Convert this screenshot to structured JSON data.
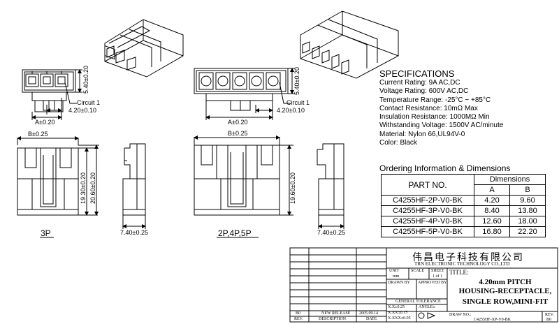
{
  "views": {
    "left_label": "3P",
    "right_label": "2P,4P,5P",
    "left": {
      "a_dim": "A±0.20",
      "pitch_dim": "4.20±0.10",
      "height_top_dim": "5.40±0.20",
      "circuit_label": "Circuit 1",
      "b_dim": "B±0.25",
      "h1_dim": "19.30±0.20",
      "h2_dim": "20.60±0.20",
      "side_dim": "7.40±0.25"
    },
    "right": {
      "a_dim": "A±0.20",
      "pitch_dim": "4.20±0.10",
      "height_top_dim": "5.40±0.20",
      "circuit_label": "Circuit 1",
      "b_dim": "B±0.25",
      "h_dim": "19.60±0.20",
      "side_dim": "7.40±0.25"
    }
  },
  "specifications": {
    "title": "SPECIFICATIONS",
    "lines": [
      "Current Rating: 9A AC,DC",
      "Voltage Rating: 600V AC,DC",
      "Temperature Range: -25°C ~ +85°C",
      "Contact Resistance: 10mΩ Max",
      "Insulation Resistance: 1000MΩ Min",
      "Withstanding Voltage: 1500V AC/minute",
      "Material: Nylon 66,UL94V-0",
      "Color: Black"
    ]
  },
  "ordering": {
    "title": "Ordering Information & Dimensions",
    "part_header": "PART NO.",
    "dims_header": "Dimensions",
    "col_a": "A",
    "col_b": "B",
    "rows": [
      {
        "part": "C4255HF-2P-V0-BK",
        "a": "4.20",
        "b": "9.60"
      },
      {
        "part": "C4255HF-3P-V0-BK",
        "a": "8.40",
        "b": "13.80"
      },
      {
        "part": "C4255HF-4P-V0-BK",
        "a": "12.60",
        "b": "18.00"
      },
      {
        "part": "C4255HF-5P-V0-BK",
        "a": "16.80",
        "b": "22.20"
      }
    ]
  },
  "title_block": {
    "company_cn": "伟昌电子科技有限公司",
    "company_en": "TRN ELECTRONIC TECHNOLOGY CO.,LTD",
    "unit_label": "UNIT",
    "unit_value": "mm",
    "scale_label": "SCALE",
    "sheet_label": "SHEET",
    "sheet_value": "1 of 1",
    "title_label": "TITLE:",
    "drawn_by": "DRAWN BY",
    "approved_by": "APPROVED BY",
    "title_lines": [
      "4.20mm PITCH",
      "HOUSING-RECEPTACLE,",
      "SINGLE ROW,MINI-FIT"
    ],
    "general_tolerance": "GENERAL  TOLERANCE",
    "tol_1": "X.X±0.25",
    "tol_2": "X.XX±0.15",
    "tol_3": "X.XXX±0.05",
    "angle": "ANGLE±",
    "draw_no_label": "DRAW NO.:",
    "draw_no": "C4255HF-XP-V0-BK",
    "rev_label": "REV.",
    "rev_value": "B0",
    "rev_col": "REV.",
    "desc_col": "DESCRIPTION",
    "date_col": "DATE",
    "row_rev": "B0",
    "row_desc": "NEW RELEASE",
    "row_date": "2005.09.14"
  }
}
